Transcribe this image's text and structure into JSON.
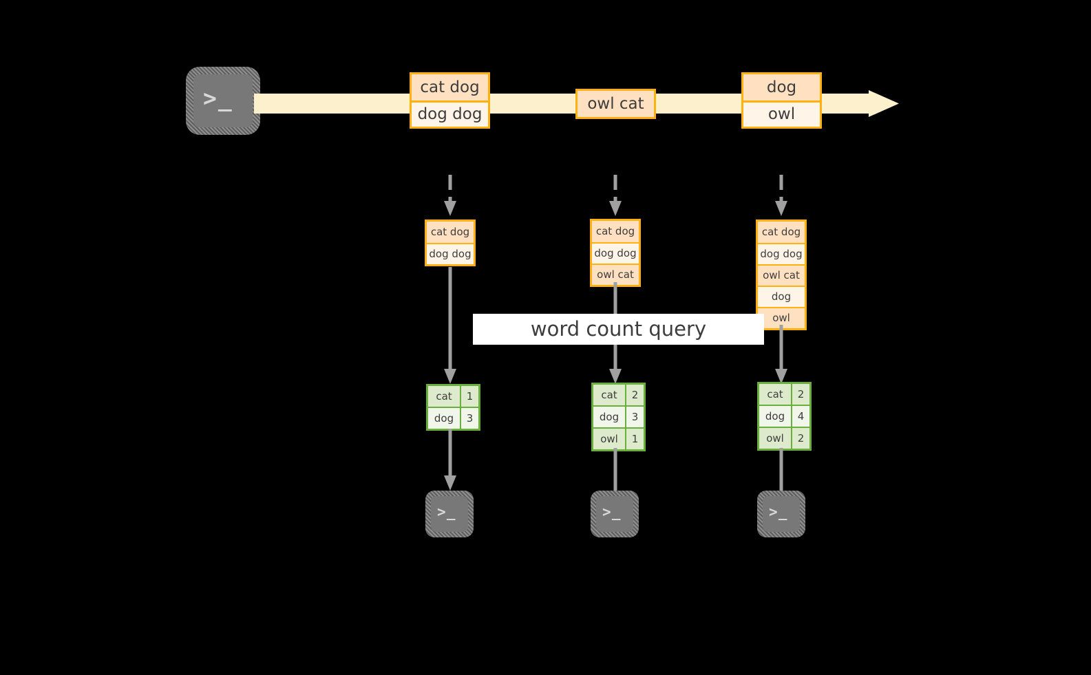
{
  "diagram": {
    "title_banner": "word count query",
    "colors": {
      "background": "#000000",
      "stream_border": "#FFB20F",
      "stream_fill_dark": "#FFE0C0",
      "stream_fill_light": "#FFF4E8",
      "arrow_body": "#FDF0CC",
      "result_border": "#6AAE3C",
      "result_fill_dark": "#DDEBCC",
      "result_fill_light": "#F1F6EB",
      "connector": "#A0A0A0",
      "terminal_fill": "#787878"
    },
    "source_terminal": {
      "icon": "terminal-prompt-icon",
      "glyph": ">_"
    },
    "stream": {
      "icon": "right-arrow-stream",
      "groups": [
        {
          "name": "stream-group-1",
          "cells": [
            {
              "label": "cat dog",
              "shade": "a"
            },
            {
              "label": "dog dog",
              "shade": "b"
            }
          ]
        },
        {
          "name": "stream-group-2",
          "cells": [
            {
              "label": "owl cat",
              "shade": "a"
            }
          ]
        },
        {
          "name": "stream-group-3",
          "cells": [
            {
              "label": "dog",
              "shade": "a"
            },
            {
              "label": "owl",
              "shade": "b"
            }
          ]
        }
      ]
    },
    "columns": [
      {
        "name": "snapshot-1",
        "accumulated": [
          {
            "label": "cat dog",
            "shade": "a"
          },
          {
            "label": "dog dog",
            "shade": "b"
          }
        ],
        "result": [
          {
            "key": "cat",
            "value": "1",
            "shade": "a"
          },
          {
            "key": "dog",
            "value": "3",
            "shade": "b"
          }
        ],
        "sink_glyph": ">_"
      },
      {
        "name": "snapshot-2",
        "accumulated": [
          {
            "label": "cat dog",
            "shade": "a"
          },
          {
            "label": "dog dog",
            "shade": "b"
          },
          {
            "label": "owl cat",
            "shade": "a"
          }
        ],
        "result": [
          {
            "key": "cat",
            "value": "2",
            "shade": "a"
          },
          {
            "key": "dog",
            "value": "3",
            "shade": "b"
          },
          {
            "key": "owl",
            "value": "1",
            "shade": "a"
          }
        ],
        "sink_glyph": ">_"
      },
      {
        "name": "snapshot-3",
        "accumulated": [
          {
            "label": "cat dog",
            "shade": "a"
          },
          {
            "label": "dog dog",
            "shade": "b"
          },
          {
            "label": "owl cat",
            "shade": "a"
          },
          {
            "label": "dog",
            "shade": "b"
          },
          {
            "label": "owl",
            "shade": "a"
          }
        ],
        "result": [
          {
            "key": "cat",
            "value": "2",
            "shade": "a"
          },
          {
            "key": "dog",
            "value": "4",
            "shade": "b"
          },
          {
            "key": "owl",
            "value": "2",
            "shade": "a"
          }
        ],
        "sink_glyph": ">_"
      }
    ]
  }
}
